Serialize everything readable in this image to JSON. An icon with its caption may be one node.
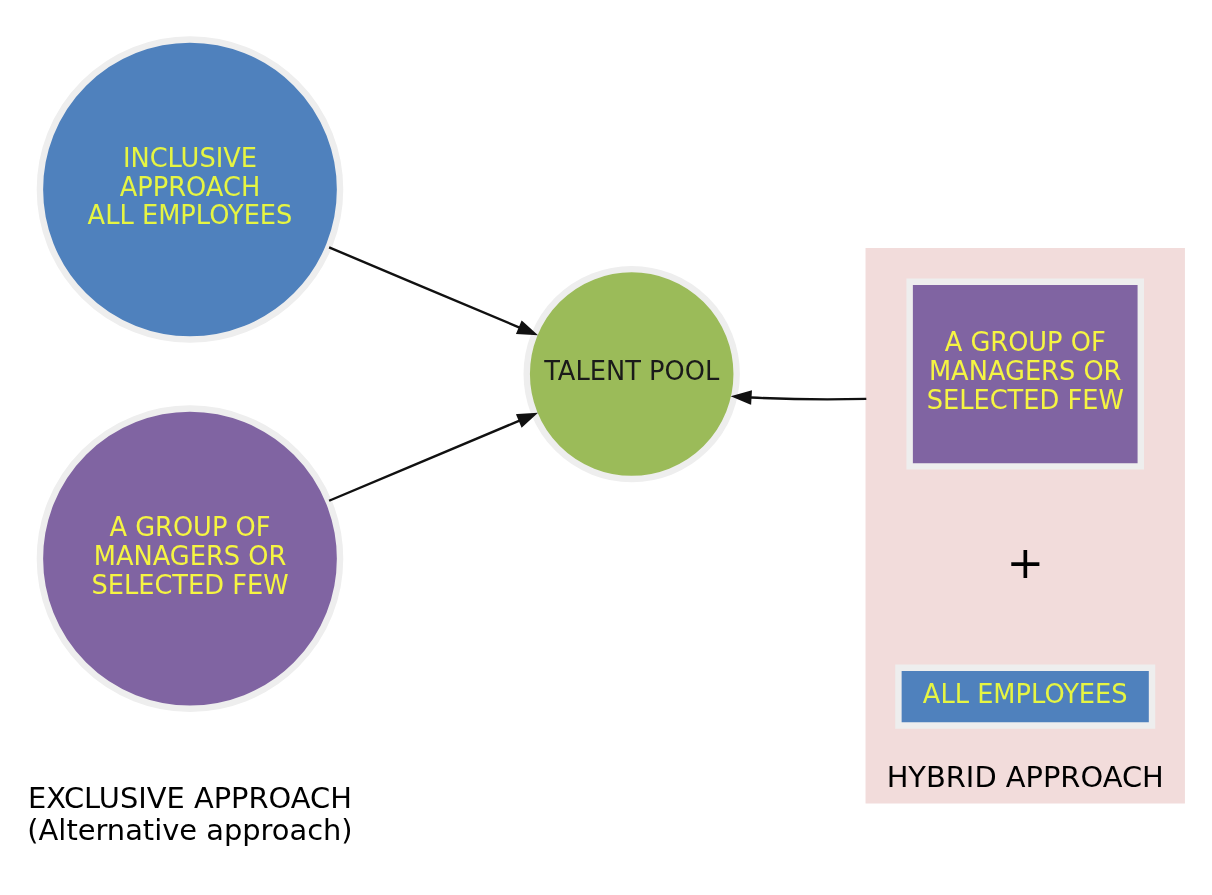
{
  "diagram": {
    "nodes": [
      {
        "text": [
          "INCLUSIVE APPROACH",
          "ALL EMPLOYEES"
        ]
      },
      {
        "text": [
          "A GROUP OF MANAGERS OR SELECTED FEW"
        ],
        "beside": [
          "EXCLUSIVE APPROACH",
          "(Alternative approach)"
        ]
      },
      {
        "text": [
          "TALENT POOL"
        ]
      },
      {
        "text": [
          "HYBRID APPROACH"
        ]
      },
      {
        "text": [
          "ALL EMPLOYEES"
        ],
        "in": 3
      },
      {
        "text": [
          "A GROUP OF MANAGERS OR SELECTED FEW"
        ],
        "in": 3
      }
    ],
    "edges": [
      {
        "from": 0,
        "to": 2,
        "arrow": "to"
      },
      {
        "from": 1,
        "to": 2,
        "arrow": "to"
      },
      {
        "from": 3,
        "to": 2,
        "arrow": "to"
      }
    ],
    "labels": [
      "+"
    ]
  }
}
